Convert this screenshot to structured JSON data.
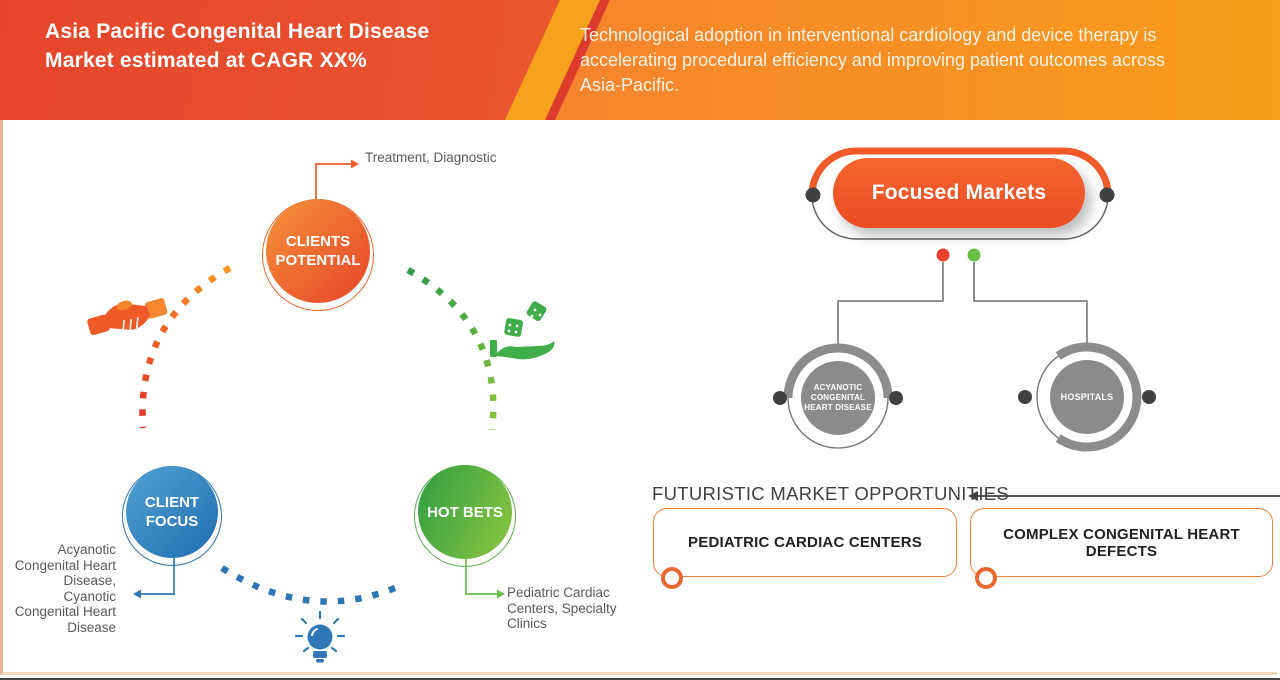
{
  "banner": {
    "title": "Asia Pacific Congenital Heart Disease Market estimated at CAGR XX%",
    "description": "Technological adoption in interventional cardiology and device therapy is accelerating procedural efficiency and improving patient outcomes across Asia-Pacific."
  },
  "cycle": {
    "clients_potential": {
      "label": "CLIENTS POTENTIAL",
      "callout": "Treatment, Diagnostic"
    },
    "client_focus": {
      "label": "CLIENT FOCUS",
      "callout": "Acyanotic Congenital Heart Disease, Cyanotic Congenital Heart Disease"
    },
    "hot_bets": {
      "label": "HOT BETS",
      "callout": "Pediatric Cardiac Centers, Specialty Clinics"
    },
    "icons": [
      "handshake-icon",
      "dice-hand-icon",
      "lightbulb-icon"
    ]
  },
  "focused_markets": {
    "title": "Focused Markets",
    "nodes": [
      {
        "label": "ACYANOTIC CONGENITAL HEART DISEASE"
      },
      {
        "label": "HOSPITALS"
      }
    ]
  },
  "opportunities": {
    "heading": "FUTURISTIC MARKET OPPORTUNITIES",
    "items": [
      {
        "label": "PEDIATRIC CARDIAC CENTERS"
      },
      {
        "label": "COMPLEX CONGENITAL HEART DEFECTS"
      }
    ]
  },
  "colors": {
    "accent_orange": "#f05a28",
    "accent_red": "#e8432a",
    "accent_amber": "#f6a21f",
    "accent_blue": "#2e75b5",
    "accent_green": "#6abf4b",
    "gray_node": "#8b8b8b",
    "text_gray": "#58595b"
  }
}
